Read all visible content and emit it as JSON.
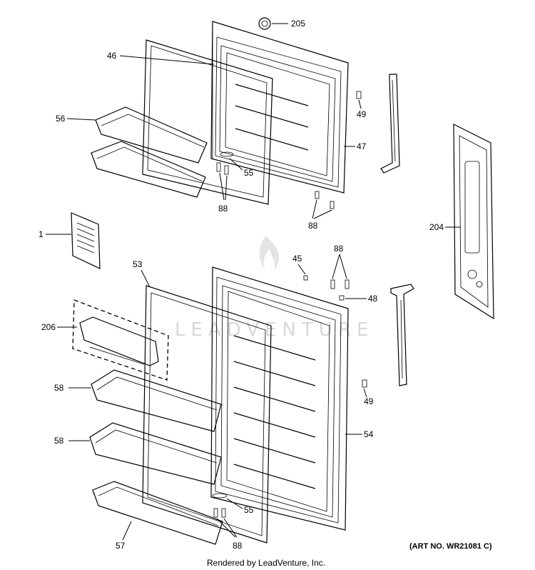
{
  "diagram": {
    "labels": {
      "l205": "205",
      "l46": "46",
      "l56": "56",
      "l49a": "49",
      "l47": "47",
      "l55a": "55",
      "l88a": "88",
      "l88b": "88",
      "l204": "204",
      "l1": "1",
      "l45": "45",
      "l88c": "88",
      "l53": "53",
      "l48": "48",
      "l206": "206",
      "l58a": "58",
      "l49b": "49",
      "l54": "54",
      "l58b": "58",
      "l55b": "55",
      "l57": "57",
      "l88d": "88"
    },
    "art_number": "(ART NO. WR21081 C)",
    "footer": "Rendered by LeadVenture, Inc.",
    "watermark": "LEADVENTURE"
  }
}
